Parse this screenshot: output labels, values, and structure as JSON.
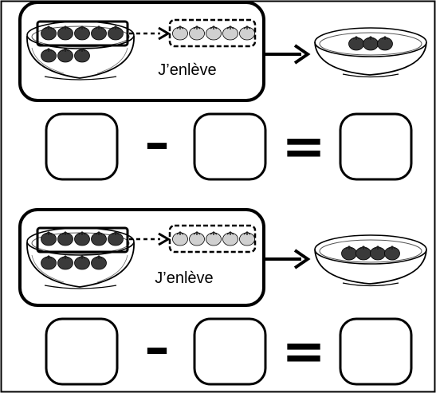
{
  "exercises": [
    {
      "label": "J’enlève",
      "bowl_tomatoes": 8,
      "removed_tomatoes": 5,
      "remaining_tomatoes": 3,
      "answer_boxes": [
        "",
        "",
        ""
      ]
    },
    {
      "label": "J’enlève",
      "bowl_tomatoes": 9,
      "removed_tomatoes": 5,
      "remaining_tomatoes": 4,
      "answer_boxes": [
        "",
        "",
        ""
      ]
    }
  ],
  "operators": {
    "minus": "–",
    "equals": "="
  },
  "colors": {
    "ink": "#000000",
    "tomato_dark": "#3a3a3a",
    "tomato_light": "#d0d0d0",
    "leaf": "#1a1a1a"
  }
}
